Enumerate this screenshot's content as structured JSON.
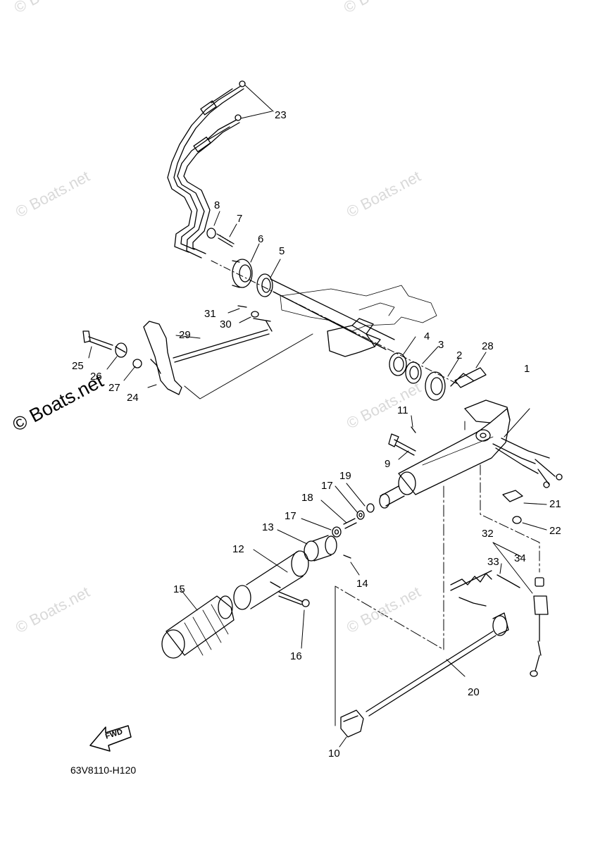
{
  "diagram": {
    "drawing_code": "63V8110-H120",
    "direction_arrow_label": "FWD",
    "watermark": "© Boats.net",
    "callouts": [
      "1",
      "2",
      "3",
      "4",
      "5",
      "6",
      "7",
      "8",
      "9",
      "10",
      "11",
      "12",
      "13",
      "14",
      "15",
      "16",
      "17",
      "17",
      "18",
      "19",
      "20",
      "21",
      "22",
      "23",
      "24",
      "25",
      "26",
      "27",
      "28",
      "29",
      "30",
      "31",
      "32",
      "33",
      "34"
    ]
  }
}
